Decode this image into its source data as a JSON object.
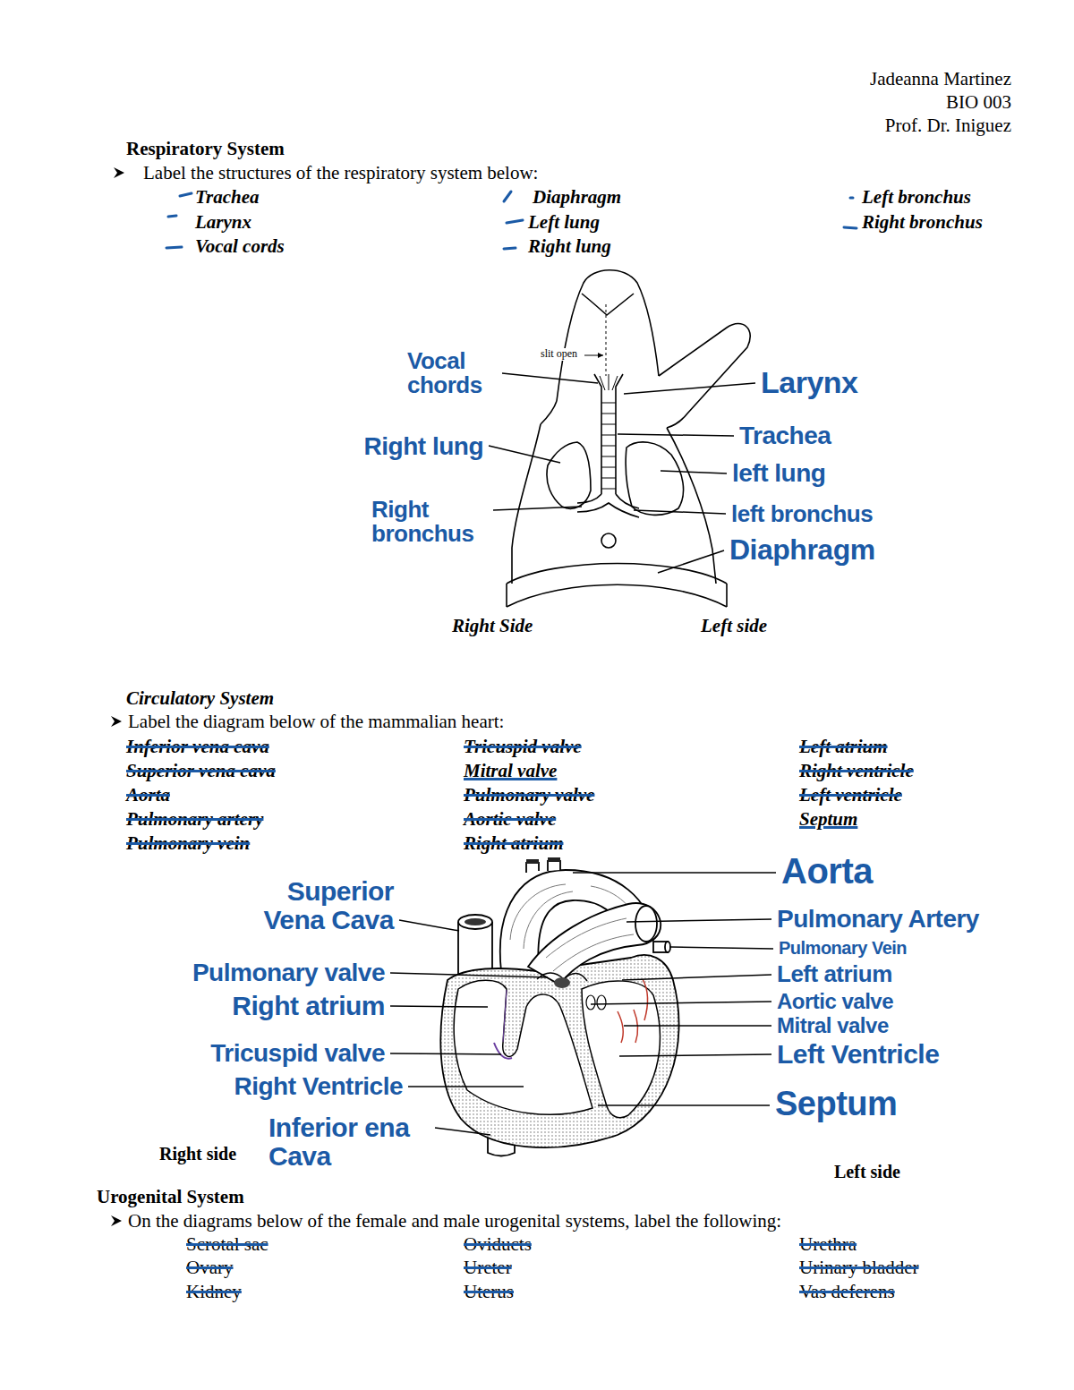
{
  "diagram": {
    "labels": [
      "Jadeanna Martinez",
      "BIO 003",
      "Prof. Dr. Iniguez",
      "Respiratory System",
      "Label the structures of the respiratory system below:",
      "Trachea",
      "Diaphragm",
      "Left bronchus",
      "Larynx",
      "Left lung",
      "Right bronchus",
      "Vocal cords",
      "Right lung",
      "slit open",
      "Vocal chords",
      "Larynx",
      "Trachea",
      "Right lung",
      "left lung",
      "Right bronchus",
      "left bronchus",
      "Diaphragm",
      "Right Side",
      "Left side",
      "Circulatory System",
      "Label the diagram below of the mammalian heart:",
      "Inferior vena cava",
      "Tricuspid valve",
      "Left atrium",
      "Superior vena cava",
      "Mitral valve",
      "Right ventricle",
      "Aorta",
      "Pulmonary valve",
      "Left ventricle",
      "Pulmonary artery",
      "Aortic valve",
      "Septum",
      "Pulmonary vein",
      "Right atrium",
      "Aorta",
      "Superior Vena Cava",
      "Pulmonary Artery",
      "Pulmonary Vein",
      "Pulmonary valve",
      "Left atrium",
      "Right atrium",
      "Aortic valve",
      "Mitral valve",
      "Tricuspid valve",
      "Left Ventricle",
      "Right Ventricle",
      "Septum",
      "Inferior ena Cava",
      "Right side",
      "Left side",
      "Urogenital System",
      "On the diagrams below of the female and male urogenital systems, label the following:",
      "Scrotal sac",
      "Oviducts",
      "Urethra",
      "Ovary",
      "Ureter",
      "Urinary bladder",
      "Kidney",
      "Uterus",
      "Vas deferens"
    ]
  }
}
